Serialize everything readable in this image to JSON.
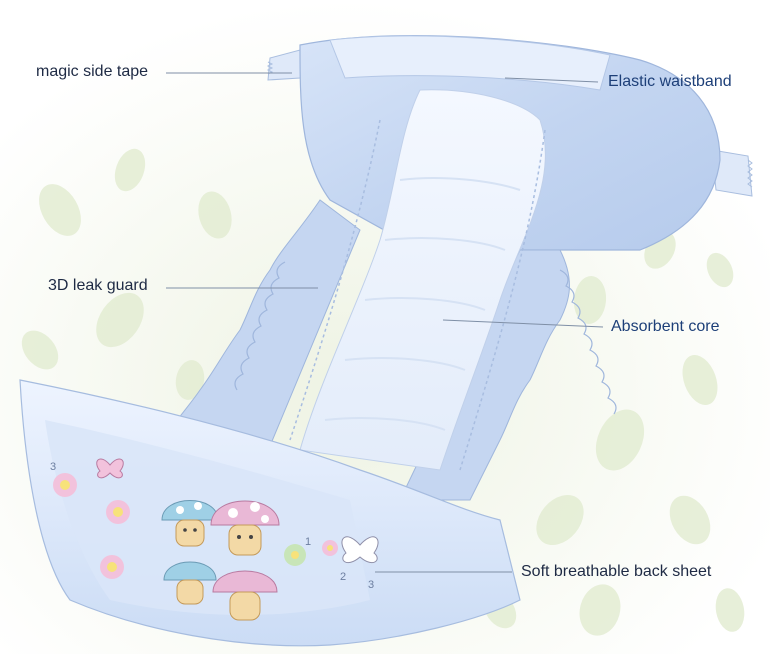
{
  "labels": {
    "magic_side_tape": "magic side tape",
    "elastic_waistband": "Elastic waistband",
    "leak_guard": "3D leak guard",
    "absorbent_core": "Absorbent core",
    "back_sheet": "Soft breathable back sheet"
  },
  "print_digits": {
    "one": "1",
    "two": "2",
    "three": "3"
  },
  "colors": {
    "label_text": "#1d3f78",
    "leader_line": "#7f8fa6",
    "leaf_tint": "#e6eed6",
    "diaper_blue": "#c9d9f2",
    "diaper_white": "#f6f9ff",
    "mushroom_pink": "#e9b8d6",
    "mushroom_blue": "#9fd0e6"
  }
}
